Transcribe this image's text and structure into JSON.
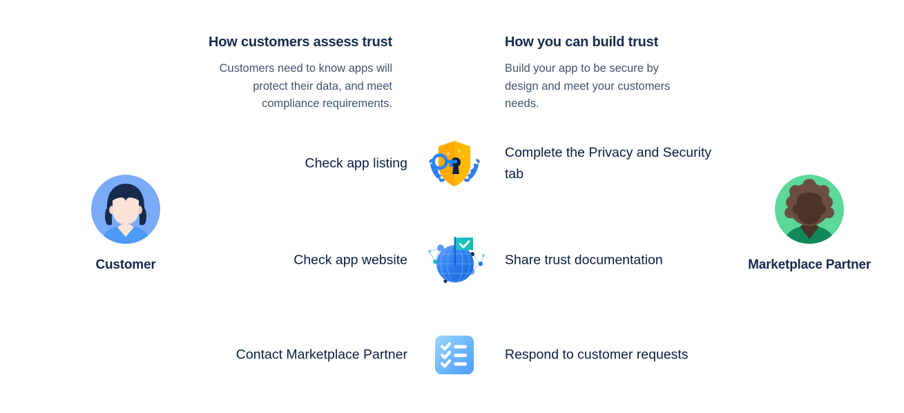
{
  "columns": {
    "left_header": {
      "title": "How customers assess trust",
      "body": "Customers need to know apps will protect their data, and meet compliance requirements."
    },
    "right_header": {
      "title": "How you can build trust",
      "body": "Build your app to be secure by design and meet your customers needs."
    }
  },
  "actors": {
    "customer": {
      "label": "Customer",
      "icon": "customer-avatar-icon"
    },
    "partner": {
      "label": "Marketplace Partner",
      "icon": "partner-avatar-icon"
    }
  },
  "rows": [
    {
      "customer_action": "Check app listing",
      "icon": "shield-key-laurel-icon",
      "partner_action": "Complete the Privacy and Security tab"
    },
    {
      "customer_action": "Check app website",
      "icon": "globe-flag-network-icon",
      "partner_action": "Share trust documentation"
    },
    {
      "customer_action": "Contact Marketplace Partner",
      "icon": "checklist-icon",
      "partner_action": "Respond to customer requests"
    }
  ],
  "colors": {
    "heading": "#172B4D",
    "body_text": "#42526E",
    "row_text": "#091E42",
    "customer_circle": "#7AABF7",
    "customer_hair": "#172B4D",
    "customer_skin": "#FBE3D8",
    "customer_shirt": "#4C9AF5",
    "partner_circle": "#5BD89A",
    "partner_hair": "#6B4E3D",
    "partner_skin": "#4A3328",
    "partner_shirt": "#12875A",
    "shield": "#FFAB00",
    "key": "#2684FF",
    "globe": "#2B7CF0",
    "flag": "#1FC7C7",
    "checklist": "#79C0FB",
    "background": "#FFFFFF"
  }
}
